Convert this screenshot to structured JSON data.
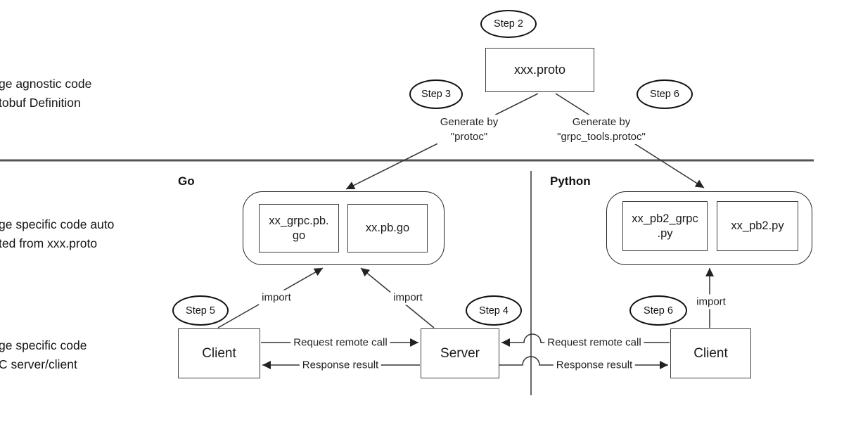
{
  "colors": {
    "line": "#333333",
    "separator": "#555555",
    "text": "#1a1a1a"
  },
  "sections": {
    "go_label": "Go",
    "python_label": "Python"
  },
  "left_labels": {
    "protobuf_definition": [
      "ge agnostic code",
      "tobuf Definition"
    ],
    "generated_code": [
      "ge specific code auto",
      "ted from xxx.proto"
    ],
    "rpc_server_client": [
      "ge specific code",
      "C server/client"
    ]
  },
  "steps": {
    "step2": "Step 2",
    "step3": "Step 3",
    "step6_top": "Step 6",
    "step5": "Step 5",
    "step4": "Step 4",
    "step6_bottom": "Step 6"
  },
  "nodes": {
    "proto": "xxx.proto",
    "go_grpc_pb": [
      "xx_grpc.pb.",
      "go"
    ],
    "go_pb": "xx.pb.go",
    "py_pb2_grpc": [
      "xx_pb2_grpc",
      ".py"
    ],
    "py_pb2": "xx_pb2.py",
    "go_client": "Client",
    "go_server": "Server",
    "py_client": "Client"
  },
  "edge_labels": {
    "generate_protoc": [
      "Generate by",
      "\"protoc\""
    ],
    "generate_grpc_tools": [
      "Generate by",
      "\"grpc_tools.protoc\""
    ],
    "import": "import",
    "request": "Request remote call",
    "response": "Response result"
  }
}
